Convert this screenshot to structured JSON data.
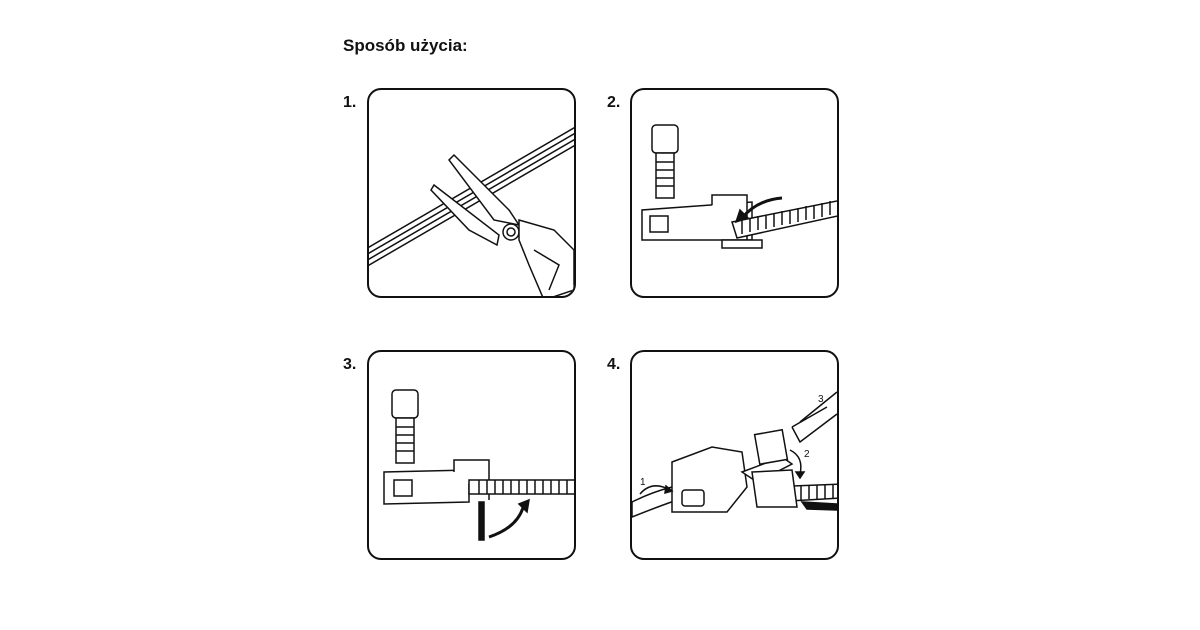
{
  "title": "Sposób użycia:",
  "steps": [
    {
      "number": "1."
    },
    {
      "number": "2."
    },
    {
      "number": "3."
    },
    {
      "number": "4.",
      "labels": [
        "1",
        "2",
        "3"
      ]
    }
  ]
}
